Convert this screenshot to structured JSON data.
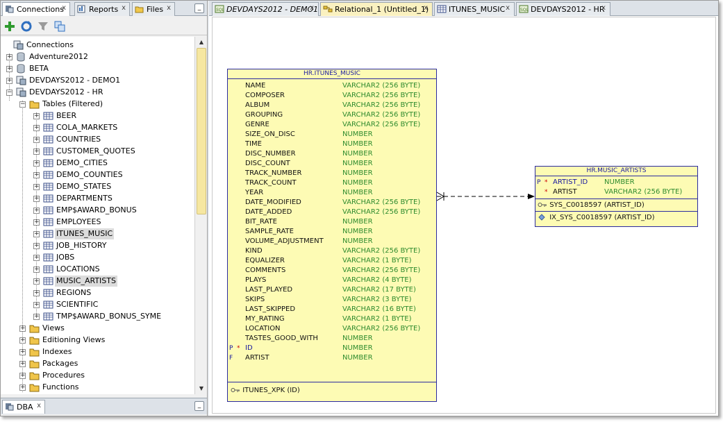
{
  "left_tabs": [
    {
      "label": "Connections",
      "selected": true
    },
    {
      "label": "Reports",
      "selected": false
    },
    {
      "label": "Files",
      "selected": false
    }
  ],
  "tree": {
    "root": "Connections",
    "connections": [
      "Adventure2012",
      "BETA",
      "DEVDAYS2012 - DEMO1",
      "DEVDAYS2012 - HR"
    ],
    "tables_folder": "Tables (Filtered)",
    "tables": [
      "BEER",
      "COLA_MARKETS",
      "COUNTRIES",
      "CUSTOMER_QUOTES",
      "DEMO_CITIES",
      "DEMO_COUNTIES",
      "DEMO_STATES",
      "DEPARTMENTS",
      "EMP$AWARD_BONUS",
      "EMPLOYEES",
      "ITUNES_MUSIC",
      "JOB_HISTORY",
      "JOBS",
      "LOCATIONS",
      "MUSIC_ARTISTS",
      "REGIONS",
      "SCIENTIFIC",
      "TMP$AWARD_BONUS_SYME"
    ],
    "highlighted_tables": [
      "ITUNES_MUSIC",
      "MUSIC_ARTISTS"
    ],
    "folders": [
      "Views",
      "Editioning Views",
      "Indexes",
      "Packages",
      "Procedures",
      "Functions"
    ]
  },
  "bottom_tab": {
    "label": "DBA"
  },
  "editor_tabs": [
    {
      "label": "DEVDAYS2012 - DEMO1",
      "italic": true
    },
    {
      "label": "Relational_1 (Untitled_1)",
      "modified": true
    },
    {
      "label": "ITUNES_MUSIC"
    },
    {
      "label": "DEVDAYS2012 - HR"
    }
  ],
  "itunes": {
    "title": "HR.ITUNES_MUSIC",
    "columns": [
      {
        "key": "",
        "star": "",
        "name": "NAME",
        "type": "VARCHAR2 (256 BYTE)"
      },
      {
        "key": "",
        "star": "",
        "name": "COMPOSER",
        "type": "VARCHAR2 (256 BYTE)"
      },
      {
        "key": "",
        "star": "",
        "name": "ALBUM",
        "type": "VARCHAR2 (256 BYTE)"
      },
      {
        "key": "",
        "star": "",
        "name": "GROUPING",
        "type": "VARCHAR2 (256 BYTE)"
      },
      {
        "key": "",
        "star": "",
        "name": "GENRE",
        "type": "VARCHAR2 (256 BYTE)"
      },
      {
        "key": "",
        "star": "",
        "name": "SIZE_ON_DISC",
        "type": "NUMBER"
      },
      {
        "key": "",
        "star": "",
        "name": "TIME",
        "type": "NUMBER"
      },
      {
        "key": "",
        "star": "",
        "name": "DISC_NUMBER",
        "type": "NUMBER"
      },
      {
        "key": "",
        "star": "",
        "name": "DISC_COUNT",
        "type": "NUMBER"
      },
      {
        "key": "",
        "star": "",
        "name": "TRACK_NUMBER",
        "type": "NUMBER"
      },
      {
        "key": "",
        "star": "",
        "name": "TRACK_COUNT",
        "type": "NUMBER"
      },
      {
        "key": "",
        "star": "",
        "name": "YEAR",
        "type": "NUMBER"
      },
      {
        "key": "",
        "star": "",
        "name": "DATE_MODIFIED",
        "type": "VARCHAR2 (256 BYTE)"
      },
      {
        "key": "",
        "star": "",
        "name": "DATE_ADDED",
        "type": "VARCHAR2 (256 BYTE)"
      },
      {
        "key": "",
        "star": "",
        "name": "BIT_RATE",
        "type": "NUMBER"
      },
      {
        "key": "",
        "star": "",
        "name": "SAMPLE_RATE",
        "type": "NUMBER"
      },
      {
        "key": "",
        "star": "",
        "name": "VOLUME_ADJUSTMENT",
        "type": "NUMBER"
      },
      {
        "key": "",
        "star": "",
        "name": "KIND",
        "type": "VARCHAR2 (256 BYTE)"
      },
      {
        "key": "",
        "star": "",
        "name": "EQUALIZER",
        "type": "VARCHAR2 (1 BYTE)"
      },
      {
        "key": "",
        "star": "",
        "name": "COMMENTS",
        "type": "VARCHAR2 (256 BYTE)"
      },
      {
        "key": "",
        "star": "",
        "name": "PLAYS",
        "type": "VARCHAR2 (4 BYTE)"
      },
      {
        "key": "",
        "star": "",
        "name": "LAST_PLAYED",
        "type": "VARCHAR2 (17 BYTE)"
      },
      {
        "key": "",
        "star": "",
        "name": "SKIPS",
        "type": "VARCHAR2 (3 BYTE)"
      },
      {
        "key": "",
        "star": "",
        "name": "LAST_SKIPPED",
        "type": "VARCHAR2 (16 BYTE)"
      },
      {
        "key": "",
        "star": "",
        "name": "MY_RATING",
        "type": "VARCHAR2 (1 BYTE)"
      },
      {
        "key": "",
        "star": "",
        "name": "LOCATION",
        "type": "VARCHAR2 (256 BYTE)"
      },
      {
        "key": "",
        "star": "",
        "name": "TASTES_GOOD_WITH",
        "type": "NUMBER"
      },
      {
        "key": "P",
        "star": "*",
        "name": "ID",
        "type": "NUMBER"
      },
      {
        "key": "F",
        "star": "",
        "name": "ARTIST",
        "type": "NUMBER"
      }
    ],
    "key_index": "ITUNES_XPK (ID)"
  },
  "artists": {
    "title": "HR.MUSIC_ARTISTS",
    "columns": [
      {
        "key": "P",
        "star": "*",
        "name": "ARTIST_ID",
        "type": "NUMBER"
      },
      {
        "key": "",
        "star": "*",
        "name": "ARTIST",
        "type": "VARCHAR2 (256 BYTE)"
      }
    ],
    "constraint": "SYS_C0018597 (ARTIST_ID)",
    "index": "IX_SYS_C0018597 (ARTIST_ID)"
  }
}
